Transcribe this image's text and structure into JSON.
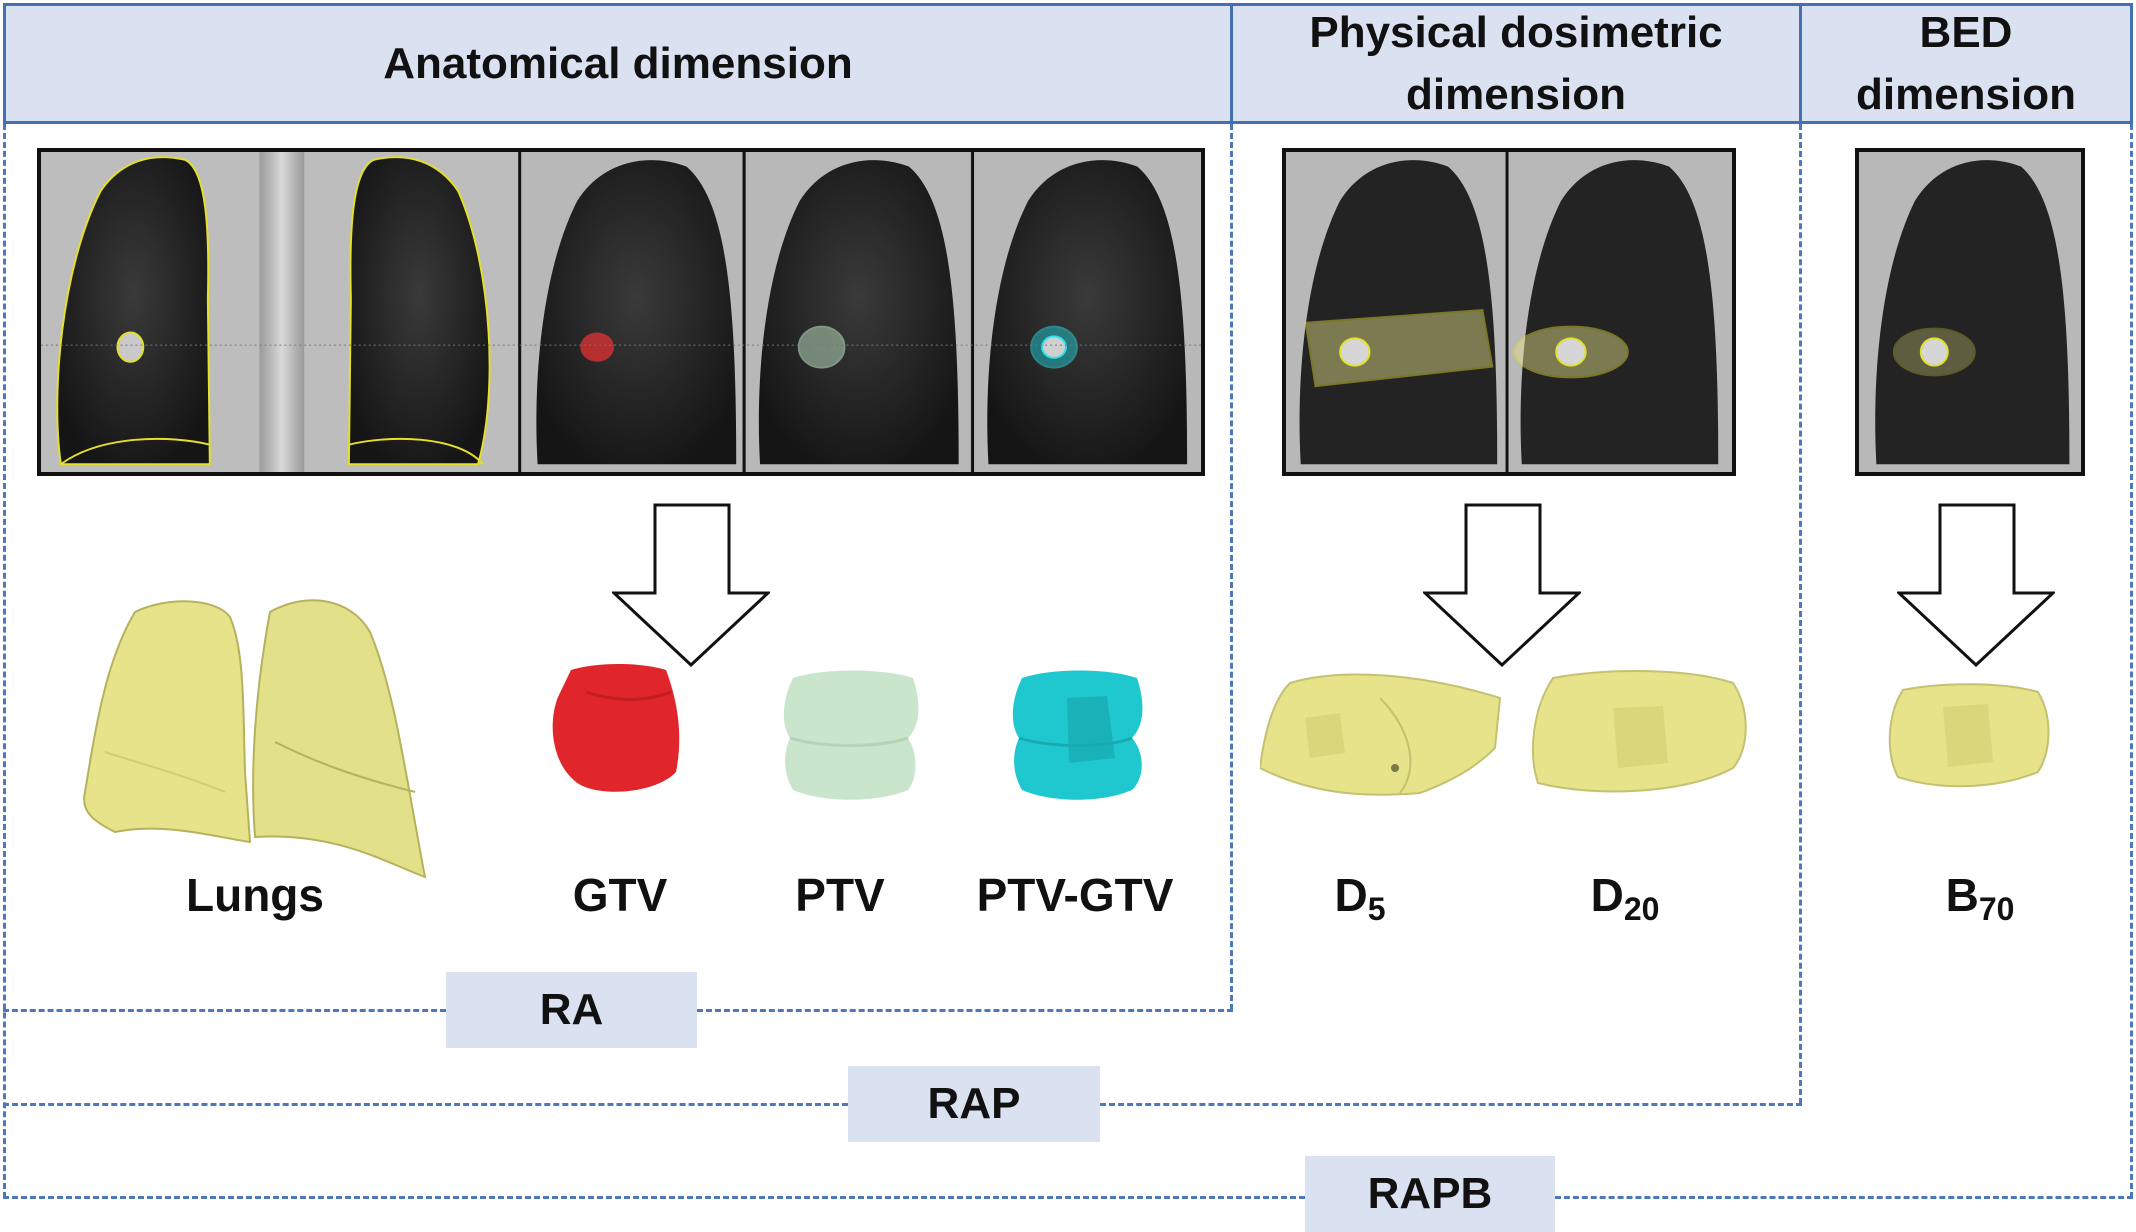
{
  "headers": {
    "anatomical": "Anatomical dimension",
    "physical_line1": "Physical dosimetric",
    "physical_line2": "dimension",
    "bed_line1": "BED",
    "bed_line2": "dimension"
  },
  "volumes": {
    "lungs": "Lungs",
    "gtv": "GTV",
    "ptv": "PTV",
    "ptv_gtv": "PTV-GTV",
    "d5_main": "D",
    "d5_sub": "5",
    "d20_main": "D",
    "d20_sub": "20",
    "b70_main": "B",
    "b70_sub": "70"
  },
  "models": {
    "ra": "RA",
    "rap": "RAP",
    "rapb": "RAPB"
  },
  "colors": {
    "header_fill": "#dae1f1",
    "border_blue": "#4270b3",
    "lung_yellow": "#e6e38a",
    "gtv_red": "#e0262a",
    "ptv_green": "#c9e5cc",
    "ptv_gtv_cyan": "#1fc8cf"
  },
  "icons": [
    "down-arrow-icon"
  ]
}
